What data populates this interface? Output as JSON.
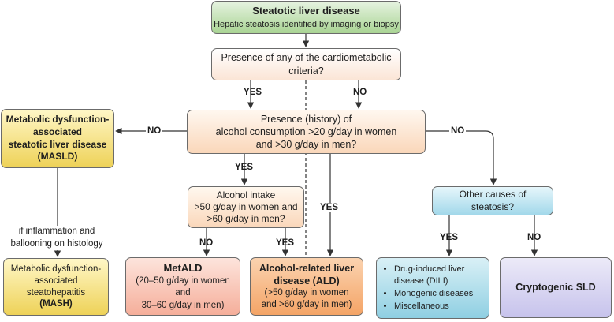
{
  "nodes": {
    "steatotic": {
      "title": "Steatotic liver disease",
      "subtitle": "Hepatic steatosis identified by imaging or biopsy"
    },
    "cardiometabolic": {
      "line1": "Presence of any of the cardiometabolic",
      "line2": "criteria?"
    },
    "alcohol": {
      "line1": "Presence (history) of",
      "line2": "alcohol consumption >20 g/day in women",
      "line3": "and >30 g/day in men?"
    },
    "masld": {
      "line1": "Metabolic dysfunction-",
      "line2": "associated",
      "line3": "steatotic liver disease",
      "line4": "(MASLD)"
    },
    "intake": {
      "line1": "Alcohol intake",
      "line2": ">50 g/day in women and",
      "line3": ">60 g/day in men?"
    },
    "other_causes": {
      "line1": "Other causes of",
      "line2": "steatosis?"
    },
    "mash": {
      "line1": "Metabolic dysfunction-",
      "line2": "associated",
      "line3": "steatohepatitis",
      "line4": "(MASH)"
    },
    "metald": {
      "title": "MetALD",
      "line1": "(20–50 g/day in women",
      "line2": "and",
      "line3": "30–60 g/day in men)"
    },
    "ald": {
      "title1": "Alcohol-related liver",
      "title2": "disease (ALD)",
      "line1": "(>50 g/day in women",
      "line2": "and >60 g/day in men)"
    },
    "dili": {
      "items": [
        "Drug-induced liver disease (DILI)",
        "Monogenic diseases",
        "Miscellaneous"
      ]
    },
    "cryptogenic": {
      "title": "Cryptogenic SLD"
    }
  },
  "labels": {
    "yes": "YES",
    "no": "NO"
  },
  "annotation": {
    "line1": "if inflammation and",
    "line2": "ballooning on histology"
  },
  "colors": {
    "line": "#333333",
    "green_box": "#a9d494",
    "orange_box": "#fad7ba",
    "yellow_box": "#eed258",
    "blue_box": "#a2d8ea",
    "salmon_box": "#f5ae9a",
    "dark_orange_box": "#f4a466",
    "lavender_box": "#c7c3ec"
  }
}
